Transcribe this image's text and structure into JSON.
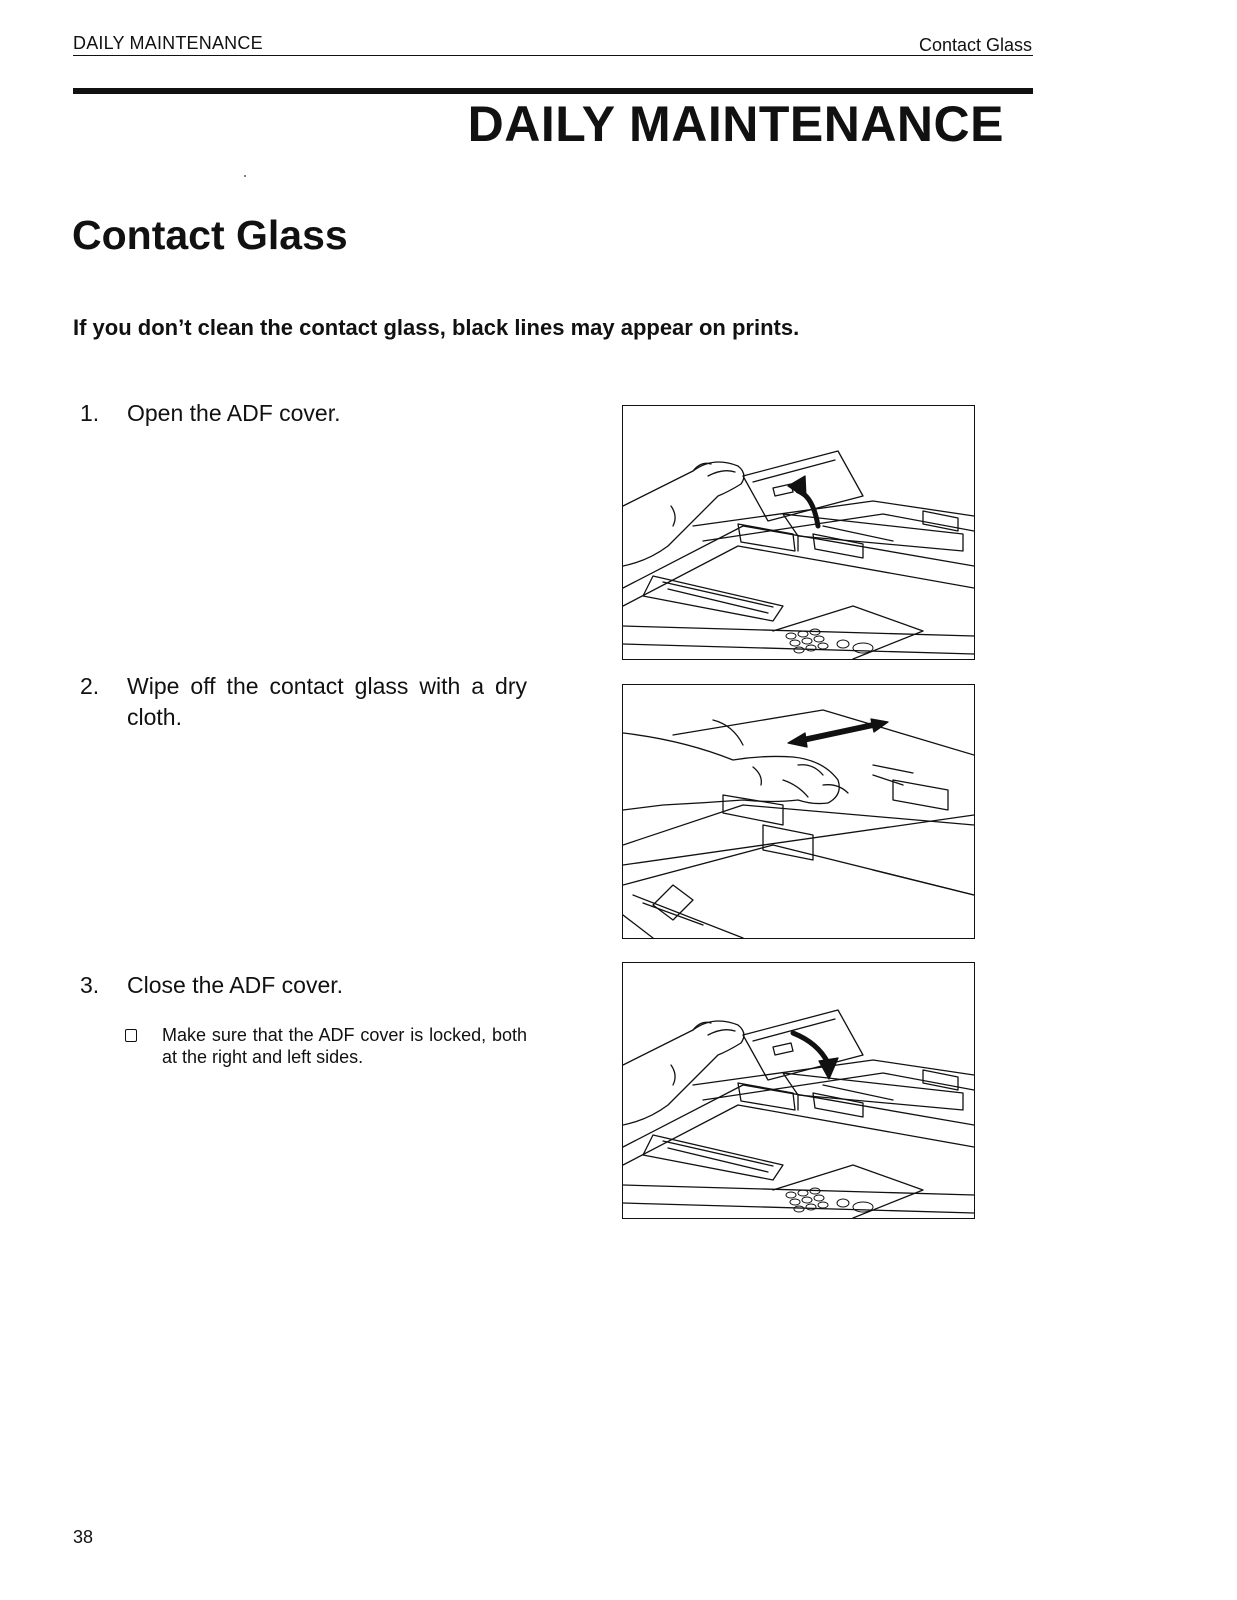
{
  "header": {
    "left": "DAILY MAINTENANCE",
    "right": "Contact Glass"
  },
  "chapter_title": "DAILY MAINTENANCE",
  "section_title": "Contact Glass",
  "intro": "If you don’t clean the contact glass, black lines may appear on prints.",
  "steps": [
    {
      "number": "1.",
      "text": "Open the ADF cover."
    },
    {
      "number": "2.",
      "text": "Wipe off the contact glass with a dry cloth."
    },
    {
      "number": "3.",
      "text": "Close the ADF cover."
    }
  ],
  "note": "Make sure that the ADF cover is locked, both at the right and left sides.",
  "page_number": "38"
}
